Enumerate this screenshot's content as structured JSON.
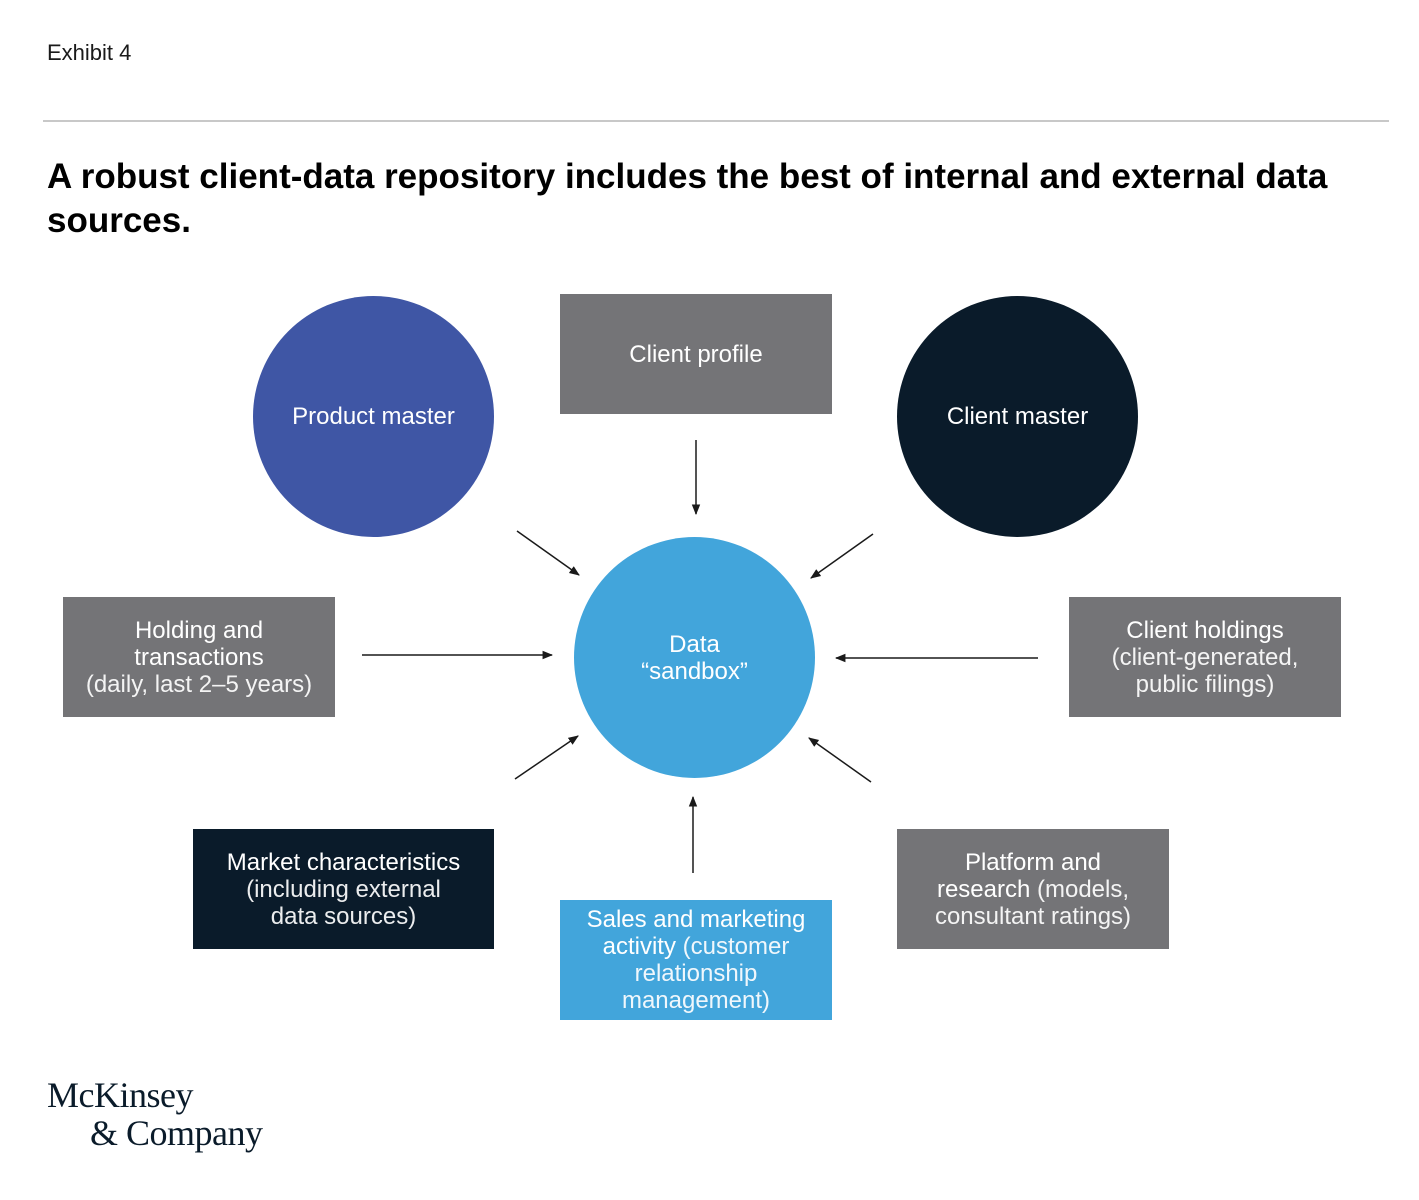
{
  "header": {
    "exhibit": "Exhibit 4",
    "title": "A robust client-data repository includes the best of internal and external data sources."
  },
  "colors": {
    "product_master": "#3f56a5",
    "client_master": "#0a1b2a",
    "gray_box": "#747477",
    "sandbox": "#42a5db",
    "market_box": "#0a1b2a",
    "sales_box": "#42a5db",
    "arrow": "#1a1a1a"
  },
  "nodes": {
    "product_master": {
      "label": "Product master"
    },
    "client_profile": {
      "label": "Client profile"
    },
    "client_master": {
      "label": "Client master"
    },
    "holding": {
      "line1": "Holding and",
      "line2": "transactions",
      "line3": "(daily, last 2–5 years)"
    },
    "sandbox": {
      "line1": "Data",
      "line2": "“sandbox”"
    },
    "client_holdings": {
      "line1": "Client holdings",
      "line2": "(client-generated,",
      "line3": "public filings)"
    },
    "market": {
      "line1": "Market characteristics",
      "line2": "(including external",
      "line3": "data sources)"
    },
    "platform": {
      "line1": "Platform and",
      "line2a": "research",
      "line2b": " (models,",
      "line3": "consultant ratings)"
    },
    "sales": {
      "line1": "Sales and marketing",
      "line2a": "activity",
      "line2b": " (customer",
      "line3": "relationship",
      "line4": "management)"
    }
  },
  "logo": {
    "line1": "McKinsey",
    "line2": "& Company"
  }
}
